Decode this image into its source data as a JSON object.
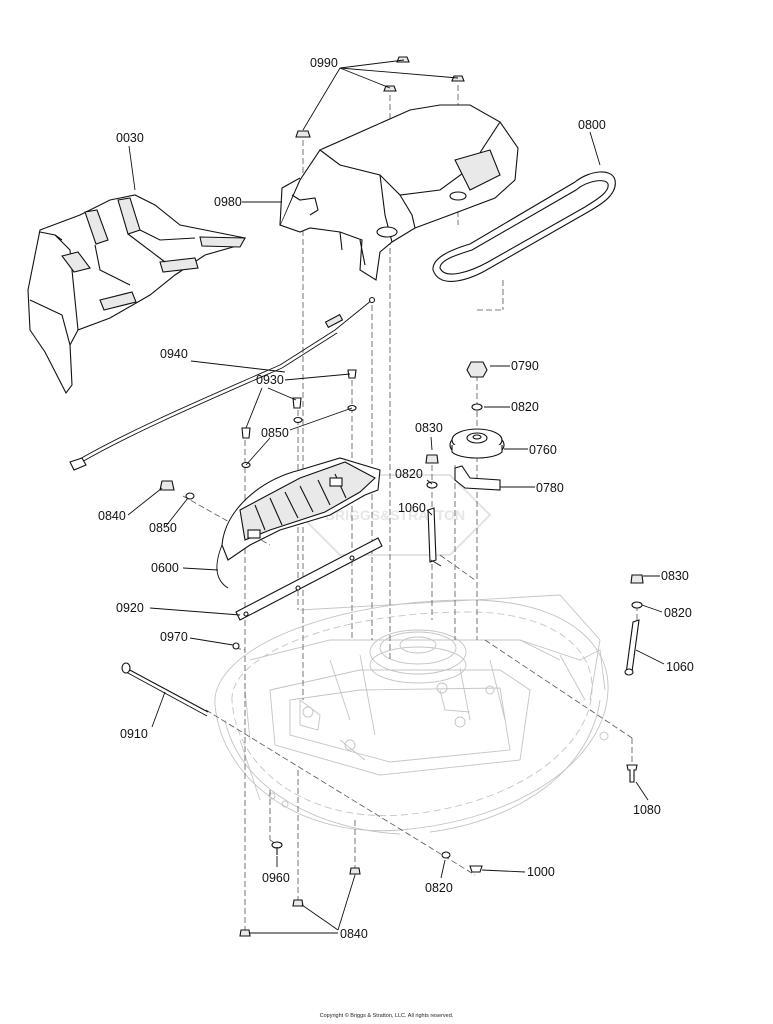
{
  "diagram": {
    "labels": {
      "p0990": "0990",
      "p0800": "0800",
      "p0030": "0030",
      "p0980": "0980",
      "p0940": "0940",
      "p0790": "0790",
      "p0930": "0930",
      "p0820_a": "0820",
      "p0850_a": "0850",
      "p0830_a": "0830",
      "p0760": "0760",
      "p0820_b": "0820",
      "p0780": "0780",
      "p0840_a": "0840",
      "p0850_b": "0850",
      "p1060_a": "1060",
      "p0600": "0600",
      "p0830_b": "0830",
      "p0920": "0920",
      "p0820_c": "0820",
      "p0970": "0970",
      "p1060_b": "1060",
      "p0910": "0910",
      "p1080": "1080",
      "p0960": "0960",
      "p0820_d": "0820",
      "p1000": "1000",
      "p0840_b": "0840"
    },
    "watermark": "BRIGGS&STRATTON",
    "copyright": "Copyright © Briggs & Stratton, LLC. All rights reserved."
  }
}
